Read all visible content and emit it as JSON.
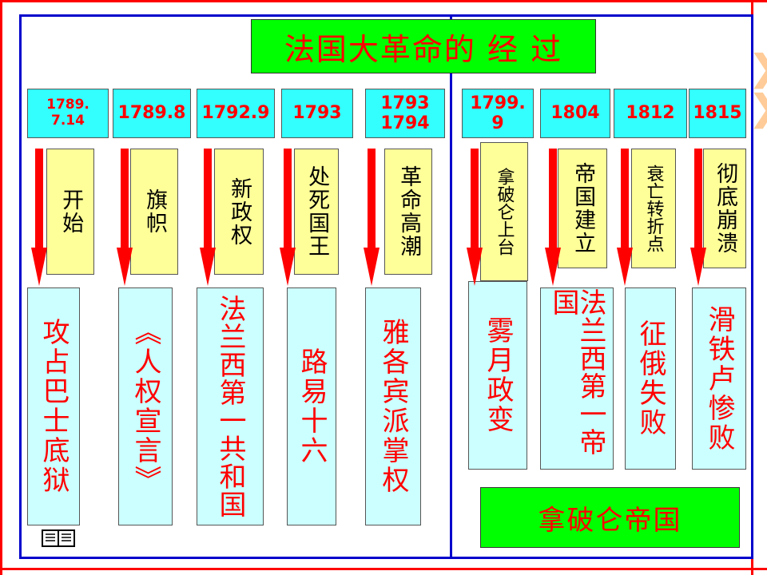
{
  "title": "法国大革命的 经 过",
  "items": [
    {
      "date": "1789.\n7.14",
      "label": "开始",
      "event": "攻占巴士底狱"
    },
    {
      "date": "1789.8",
      "label": "旗帜",
      "event": "《人权宣言》"
    },
    {
      "date": "1792.9",
      "label": "新政权",
      "event": "法兰西第一共和国"
    },
    {
      "date": "1793",
      "label": "处死国王",
      "event": "路易十六"
    },
    {
      "date": "1793\n1794",
      "label": "革命高潮",
      "event": "雅各宾派掌权"
    },
    {
      "date": "1799.\n9",
      "label": "拿破仑上台",
      "event": "雾月政变"
    },
    {
      "date": "1804",
      "label": "帝国建立",
      "event": "法兰西第一帝国"
    },
    {
      "date": "1812",
      "label": "衰亡转折点",
      "event": "征俄失败"
    },
    {
      "date": "1815",
      "label": "彻底崩溃",
      "event": "滑铁卢惨败"
    }
  ],
  "napoleon_empire": "拿破仑帝国",
  "icons": {
    "book": "book-icon"
  },
  "colors": {
    "frame": "#0000cc",
    "accent_red": "#ff0000",
    "title_bg": "#00ff00",
    "date_bg": "#33ffff",
    "label_bg": "#ffff99",
    "event_bg": "#ccffff"
  }
}
